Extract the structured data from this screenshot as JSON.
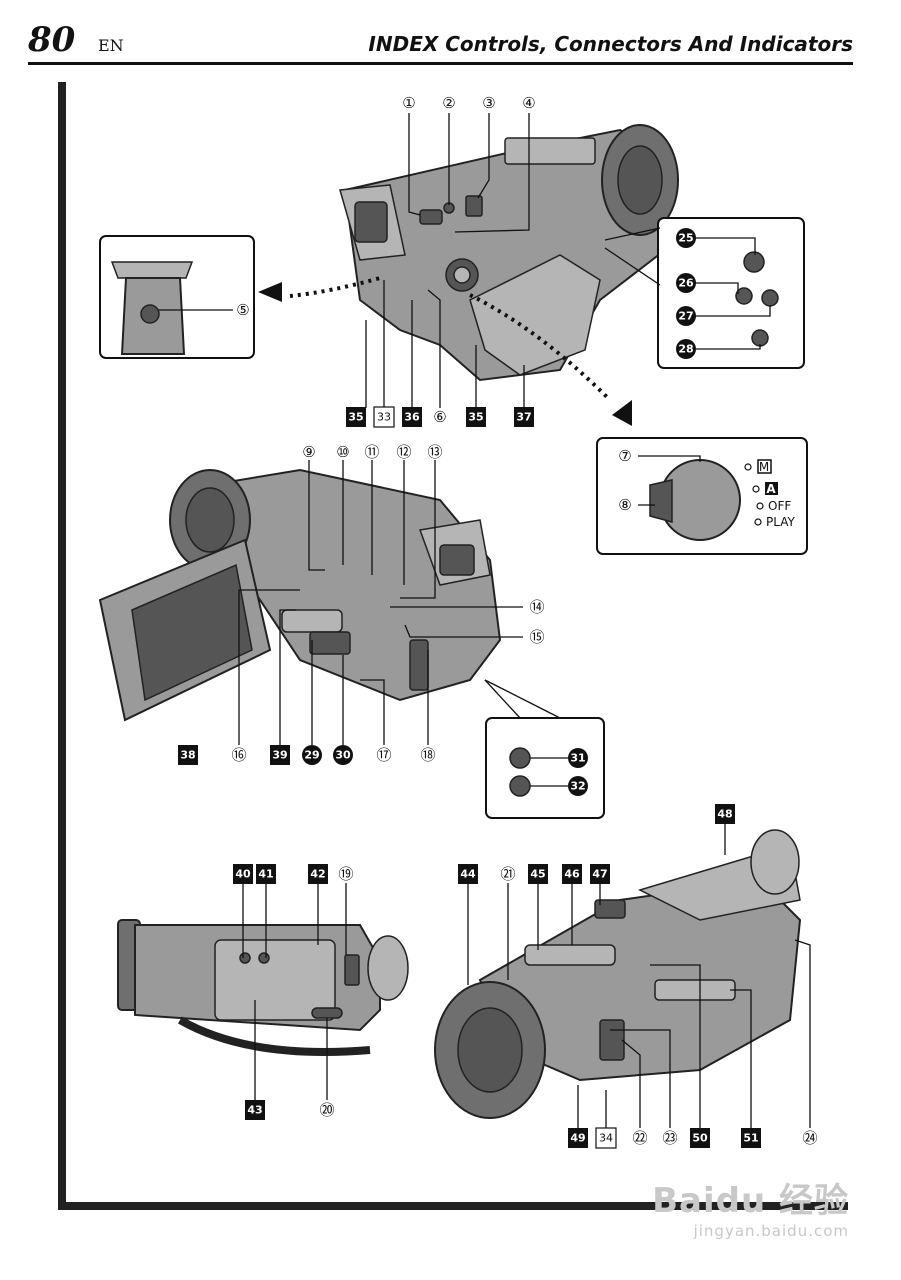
{
  "header": {
    "page_number": "80",
    "lang": "EN",
    "title": "INDEX Controls, Connectors And Indicators"
  },
  "mode_dial": {
    "options": [
      "M",
      "A",
      "OFF",
      "PLAY"
    ]
  },
  "callouts": {
    "c1": "①",
    "c2": "②",
    "c3": "③",
    "c4": "④",
    "c5": "⑤",
    "c6": "⑥",
    "c7": "⑦",
    "c8": "⑧",
    "c9": "⑨",
    "c10": "⑩",
    "c11": "⑪",
    "c12": "⑫",
    "c13": "⑬",
    "c14": "⑭",
    "c15": "⑮",
    "c16": "⑯",
    "c17": "⑰",
    "c18": "⑱",
    "c19": "⑲",
    "c20": "⑳",
    "c21": "㉑",
    "c22": "㉒",
    "c23": "㉓",
    "c24": "㉔",
    "c25": "25",
    "c26": "26",
    "c27": "27",
    "c28": "28",
    "c29": "29",
    "c30": "30",
    "c31": "31",
    "c32": "32",
    "c33": "33",
    "c34": "34",
    "c35": "35",
    "c36": "36",
    "c37": "37",
    "c38": "38",
    "c39": "39",
    "c40": "40",
    "c41": "41",
    "c42": "42",
    "c43": "43",
    "c44": "44",
    "c45": "45",
    "c46": "46",
    "c47": "47",
    "c48": "48",
    "c49": "49",
    "c50": "50",
    "c51": "51"
  },
  "watermark": {
    "brand": "Baidu 经验",
    "url": "jingyan.baidu.com"
  }
}
